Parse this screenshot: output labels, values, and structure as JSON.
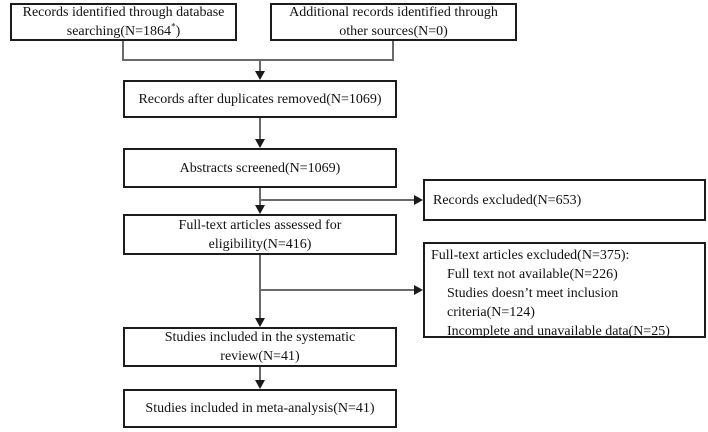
{
  "diagram": {
    "type": "prisma-flowchart",
    "colors": {
      "background": "#ffffff",
      "box_border": "#1c1c1c",
      "connector_line": "#6a6a6a",
      "arrowhead": "#1a1a1a",
      "text": "#111111"
    },
    "boxes": {
      "b1": {
        "line1": "Records identified through database",
        "line2_pre": "searching(N=1864",
        "line2_sup": "*",
        "line2_post": ")"
      },
      "b2": {
        "line1": "Additional records identified through",
        "line2": "other sources(N=0)"
      },
      "b3": {
        "label": "Records after duplicates removed(N=1069)"
      },
      "b4": {
        "label": "Abstracts screened(N=1069)"
      },
      "b5": {
        "line1": "Full-text articles assessed for",
        "line2": "eligibility(N=416)"
      },
      "b6": {
        "label": "Records excluded(N=653)"
      },
      "b7": {
        "title": "Full-text articles excluded(N=375):",
        "items": [
          "Full text not available(N=226)",
          "Studies doesn’t meet inclusion criteria(N=124)",
          "Incomplete and unavailable data(N=25)"
        ]
      },
      "b8": {
        "line1": "Studies included in the systematic",
        "line2": "review(N=41)"
      },
      "b9": {
        "label": "Studies included in meta-analysis(N=41)"
      }
    }
  }
}
